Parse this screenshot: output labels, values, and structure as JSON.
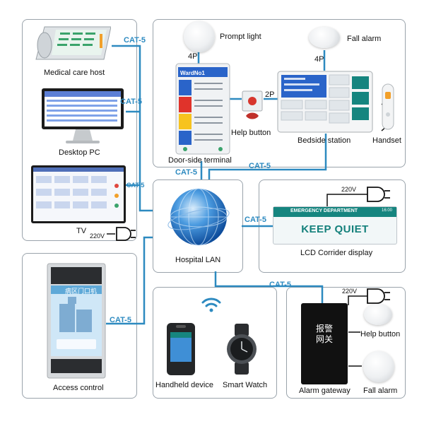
{
  "devices": {
    "medical_care_host": "Medical care host",
    "desktop_pc": "Desktop PC",
    "tv": "TV",
    "access_control": "Access control",
    "prompt_light": "Prompt light",
    "fall_alarm_top": "Fall alarm",
    "door_side_terminal": "Door-side terminal",
    "help_button_mid": "Help button",
    "bedside_station": "Bedside station",
    "handset": "Handset",
    "hospital_lan": "Hospital LAN",
    "lcd_corridor_display": "LCD Corrider display",
    "handheld_device": "Handheld device",
    "smart_watch": "Smart Watch",
    "alarm_gateway": "Alarm gateway",
    "help_button_right": "Help button",
    "fall_alarm_bottom": "Fall alarm"
  },
  "connections": {
    "cat5": "CAT-5",
    "pin_4p": "4P",
    "pin_2p": "2P",
    "power_220v": "220V"
  },
  "screens": {
    "door_terminal_title": "WardNo1",
    "lcd_department": "EMERGENCY DEPARTMENT",
    "lcd_time": "16:00",
    "lcd_message": "KEEP QUIET",
    "gateway_label": "报警网关",
    "access_screen_title": "病区门口机"
  },
  "colors": {
    "wire": "#2d8ac0",
    "teal": "#16857f",
    "panel_border": "#9aa3ab"
  }
}
